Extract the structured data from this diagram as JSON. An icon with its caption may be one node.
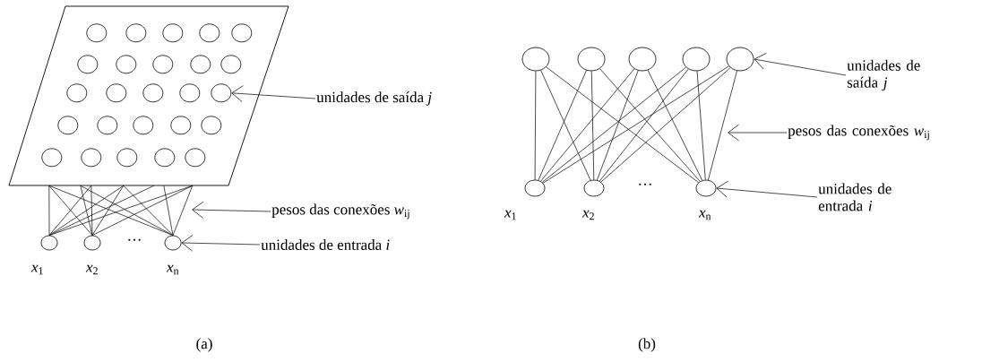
{
  "diagram": {
    "nodes": [
      {
        "text": [],
        "shape": "parallelogram"
      },
      {
        "text": [],
        "shape": "circle",
        "in": 0
      },
      {
        "text": [],
        "shape": "circle",
        "in": 0
      },
      {
        "text": [],
        "shape": "circle",
        "in": 0
      },
      {
        "text": [],
        "shape": "circle",
        "in": 0
      },
      {
        "text": [],
        "shape": "circle",
        "in": 0
      },
      {
        "text": [],
        "shape": "circle",
        "in": 0
      },
      {
        "text": [],
        "shape": "circle",
        "in": 0
      },
      {
        "text": [],
        "shape": "circle",
        "in": 0
      },
      {
        "text": [],
        "shape": "circle",
        "in": 0
      },
      {
        "text": [],
        "shape": "circle",
        "in": 0
      },
      {
        "text": [],
        "shape": "circle",
        "in": 0
      },
      {
        "text": [],
        "shape": "circle",
        "in": 0
      },
      {
        "text": [],
        "shape": "circle",
        "in": 0
      },
      {
        "text": [],
        "shape": "circle",
        "in": 0
      },
      {
        "text": [],
        "shape": "circle",
        "in": 0
      },
      {
        "text": [],
        "shape": "circle",
        "in": 0
      },
      {
        "text": [],
        "shape": "circle",
        "in": 0
      },
      {
        "text": [],
        "shape": "circle",
        "in": 0
      },
      {
        "text": [],
        "shape": "circle",
        "in": 0
      },
      {
        "text": [],
        "shape": "circle",
        "in": 0
      },
      {
        "text": [],
        "shape": "circle",
        "in": 0
      },
      {
        "text": [],
        "shape": "circle",
        "in": 0
      },
      {
        "text": [],
        "shape": "circle",
        "in": 0
      },
      {
        "text": [],
        "shape": "circle",
        "in": 0
      },
      {
        "text": [],
        "shape": "circle",
        "in": 0
      },
      {
        "text": [],
        "shape": "circle",
        "beside": [
          "*x*$_{1}$"
        ]
      },
      {
        "text": [],
        "shape": "circle",
        "beside": [
          "*x*$_{2}$"
        ]
      },
      {
        "text": [],
        "shape": "circle",
        "beside": [
          "*x*$_{n}$"
        ]
      },
      {
        "text": [
          "unidades de saída *j*"
        ]
      },
      {
        "text": [
          "pesos das conexões *w*$_{ij}$"
        ]
      },
      {
        "text": [
          "unidades de entrada *i*"
        ]
      },
      {
        "text": [],
        "shape": "circle"
      },
      {
        "text": [],
        "shape": "circle"
      },
      {
        "text": [],
        "shape": "circle"
      },
      {
        "text": [],
        "shape": "circle"
      },
      {
        "text": [],
        "shape": "circle"
      },
      {
        "text": [],
        "shape": "circle",
        "beside": [
          "*x*$_{1}$"
        ]
      },
      {
        "text": [],
        "shape": "circle",
        "beside": [
          "*x*$_{2}$"
        ]
      },
      {
        "text": [],
        "shape": "circle",
        "beside": [
          "*x*$_{n}$"
        ]
      },
      {
        "text": [
          "unidades de saída *j*"
        ]
      },
      {
        "text": [
          "pesos das conexões *w*$_{ij}$"
        ]
      },
      {
        "text": [
          "unidades de entrada *i*"
        ]
      }
    ],
    "edges": [
      {
        "from": 26,
        "to": 0,
        "arrow": "none"
      },
      {
        "from": 26,
        "to": 0,
        "arrow": "none"
      },
      {
        "from": 26,
        "to": 0,
        "arrow": "none"
      },
      {
        "from": 26,
        "to": 0,
        "arrow": "none"
      },
      {
        "from": 26,
        "to": 0,
        "arrow": "none"
      },
      {
        "from": 27,
        "to": 0,
        "arrow": "none"
      },
      {
        "from": 27,
        "to": 0,
        "arrow": "none"
      },
      {
        "from": 27,
        "to": 0,
        "arrow": "none"
      },
      {
        "from": 27,
        "to": 0,
        "arrow": "none"
      },
      {
        "from": 27,
        "to": 0,
        "arrow": "none"
      },
      {
        "from": 28,
        "to": 0,
        "arrow": "none"
      },
      {
        "from": 28,
        "to": 0,
        "arrow": "none"
      },
      {
        "from": 28,
        "to": 0,
        "arrow": "none"
      },
      {
        "from": 28,
        "to": 0,
        "arrow": "none"
      },
      {
        "from": 28,
        "to": 0,
        "arrow": "none"
      },
      {
        "from": 29,
        "to": 15,
        "arrow": "to"
      },
      {
        "from": 30,
        "to": null,
        "arrow": "to"
      },
      {
        "from": 31,
        "to": 28,
        "arrow": "to"
      },
      {
        "from": 32,
        "to": 37,
        "arrow": "none"
      },
      {
        "from": 32,
        "to": 38,
        "arrow": "none"
      },
      {
        "from": 32,
        "to": 39,
        "arrow": "none"
      },
      {
        "from": 33,
        "to": 37,
        "arrow": "none"
      },
      {
        "from": 33,
        "to": 38,
        "arrow": "none"
      },
      {
        "from": 33,
        "to": 39,
        "arrow": "none"
      },
      {
        "from": 34,
        "to": 37,
        "arrow": "none"
      },
      {
        "from": 34,
        "to": 38,
        "arrow": "none"
      },
      {
        "from": 34,
        "to": 39,
        "arrow": "none"
      },
      {
        "from": 35,
        "to": 37,
        "arrow": "none"
      },
      {
        "from": 35,
        "to": 38,
        "arrow": "none"
      },
      {
        "from": 35,
        "to": 39,
        "arrow": "none"
      },
      {
        "from": 36,
        "to": 37,
        "arrow": "none"
      },
      {
        "from": 36,
        "to": 38,
        "arrow": "none"
      },
      {
        "from": 36,
        "to": 39,
        "arrow": "none"
      },
      {
        "from": 40,
        "to": 36,
        "arrow": "to"
      },
      {
        "from": 41,
        "to": null,
        "arrow": "to"
      },
      {
        "from": 42,
        "to": 39,
        "arrow": "to"
      }
    ],
    "labels": [
      "···",
      "···",
      "(a)",
      "(b)"
    ]
  }
}
